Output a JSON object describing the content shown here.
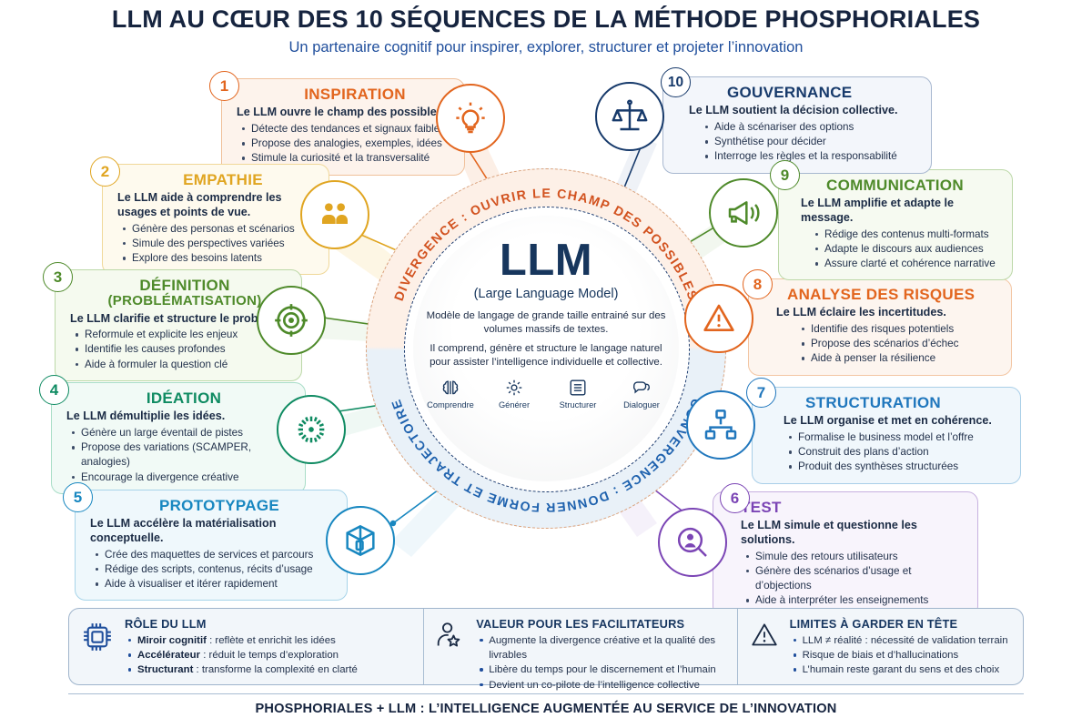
{
  "header": {
    "title": "LLM AU CŒUR DES 10 SÉQUENCES DE LA MÉTHODE PHOSPHORIALES",
    "subtitle": "Un partenaire cognitif pour inspirer, explorer, structurer et projeter l’innovation"
  },
  "center": {
    "title": "LLM",
    "subtitle": "(Large Language Model)",
    "paragraph1": "Modèle de langage de grande taille entrainé sur des volumes massifs de textes.",
    "paragraph2": "Il comprend, génère et structure le langage naturel pour assister l’intelligence individuelle et collective.",
    "functions": [
      {
        "label": "Comprendre",
        "icon": "brain-icon"
      },
      {
        "label": "Générer",
        "icon": "spark-icon"
      },
      {
        "label": "Structurer",
        "icon": "list-icon"
      },
      {
        "label": "Dialoguer",
        "icon": "chat-icon"
      }
    ],
    "arc_top": "DIVERGENCE : OUVRIR LE CHAMP DES POSSIBLES",
    "arc_bottom": "CONVERGENCE : DONNER FORME ET TRAJECTOIRE",
    "arc_top_color": "#d2521f",
    "arc_bottom_color": "#1f62ae"
  },
  "steps": [
    {
      "number": "1",
      "title": "INSPIRATION",
      "lead": "Le LLM ouvre le champ des possibles.",
      "bullets": [
        "Détecte des tendances et signaux faibles",
        "Propose des analogies, exemples, idées",
        "Stimule la curiosité et la transversalité"
      ],
      "color": "#e2651e",
      "fill": "#fdf3ec",
      "icon": "lightbulb-icon"
    },
    {
      "number": "2",
      "title": "EMPATHIE",
      "lead": "Le LLM aide à comprendre les usages et points de vue.",
      "bullets": [
        "Génère des personas et scénarios",
        "Simule des perspectives variées",
        "Explore des besoins latents"
      ],
      "color": "#e0a521",
      "fill": "#fefaee",
      "icon": "people-icon"
    },
    {
      "number": "3",
      "title": "DÉFINITION",
      "title2": "(PROBLÉMATISATION)",
      "lead": "Le LLM clarifie et structure le problème.",
      "bullets": [
        "Reformule et explicite les enjeux",
        "Identifie les causes profondes",
        "Aide à formuler la question clé"
      ],
      "color": "#4e8a2a",
      "fill": "#f5faef",
      "icon": "target-icon"
    },
    {
      "number": "4",
      "title": "IDÉATION",
      "lead": "Le LLM démultiplie les idées.",
      "bullets": [
        "Génère un large éventail de pistes",
        "Propose des variations (SCAMPER, analogies)",
        "Encourage la divergence créative"
      ],
      "color": "#0f8b62",
      "fill": "#f1faf6",
      "icon": "burst-icon"
    },
    {
      "number": "5",
      "title": "PROTOTYPAGE",
      "lead": "Le LLM accélère la matérialisation conceptuelle.",
      "bullets": [
        "Crée des maquettes de services et parcours",
        "Rédige des scripts, contenus, récits d’usage",
        "Aide à visualiser et itérer rapidement"
      ],
      "color": "#1887c0",
      "fill": "#eff8fc",
      "icon": "cube-icon"
    },
    {
      "number": "6",
      "title": "TEST",
      "lead": "Le LLM simule et questionne les solutions.",
      "bullets": [
        "Simule des retours utilisateurs",
        "Génère des scénarios d’usage et d’objections",
        "Aide à interpréter les enseignements"
      ],
      "color": "#7b45b5",
      "fill": "#f8f4fc",
      "icon": "user-search-icon"
    },
    {
      "number": "7",
      "title": "STRUCTURATION",
      "lead": "Le LLM organise et met en cohérence.",
      "bullets": [
        "Formalise le business model et l’offre",
        "Construit des plans d’action",
        "Produit des synthèses structurées"
      ],
      "color": "#2077bd",
      "fill": "#f0f7fc",
      "icon": "org-chart-icon"
    },
    {
      "number": "8",
      "title": "ANALYSE DES RISQUES",
      "lead": "Le LLM éclaire les incertitudes.",
      "bullets": [
        "Identifie des risques potentiels",
        "Propose des scénarios d’échec",
        "Aide à penser la résilience"
      ],
      "color": "#e2651e",
      "fill": "#fdf5ef",
      "icon": "warning-icon"
    },
    {
      "number": "9",
      "title": "COMMUNICATION",
      "lead": "Le LLM amplifie et adapte le message.",
      "bullets": [
        "Rédige des contenus multi-formats",
        "Adapte le discours aux audiences",
        "Assure clarté et cohérence narrative"
      ],
      "color": "#4e8a2a",
      "fill": "#f6faf1",
      "icon": "megaphone-icon"
    },
    {
      "number": "10",
      "title": "GOUVERNANCE",
      "lead": "Le LLM soutient la décision collective.",
      "bullets": [
        "Aide à scénariser des options",
        "Synthétise pour décider",
        "Interroge les règles et la responsabilité"
      ],
      "color": "#173a6b",
      "fill": "#f3f6fb",
      "icon": "scales-icon"
    }
  ],
  "footer": {
    "panels": [
      {
        "icon": "chip-icon",
        "title": "RÔLE DU LLM",
        "bullets": [
          {
            "strong": "Miroir cognitif",
            "text": " : reflète et enrichit les idées"
          },
          {
            "strong": "Accélérateur",
            "text": " : réduit le temps d’exploration"
          },
          {
            "strong": "Structurant",
            "text": " : transforme la complexité en clarté"
          }
        ]
      },
      {
        "icon": "facilitator-icon",
        "title": "VALEUR POUR LES FACILITATEURS",
        "bullets": [
          {
            "strong": "",
            "text": "Augmente la divergence créative et la qualité des livrables"
          },
          {
            "strong": "",
            "text": "Libère du temps pour le discernement et l’humain"
          },
          {
            "strong": "",
            "text": "Devient un co-pilote de l’intelligence collective"
          }
        ]
      },
      {
        "icon": "warning-icon",
        "title": "LIMITES À GARDER EN TÊTE",
        "bullets": [
          {
            "strong": "",
            "text": "LLM ≠ réalité : nécessité de validation terrain"
          },
          {
            "strong": "",
            "text": "Risque de biais et d’hallucinations"
          },
          {
            "strong": "",
            "text": "L’humain reste garant du sens et des choix"
          }
        ]
      }
    ],
    "tagline": "PHOSPHORIALES + LLM : L’INTELLIGENCE AUGMENTÉE AU SERVICE DE L’INNOVATION"
  }
}
